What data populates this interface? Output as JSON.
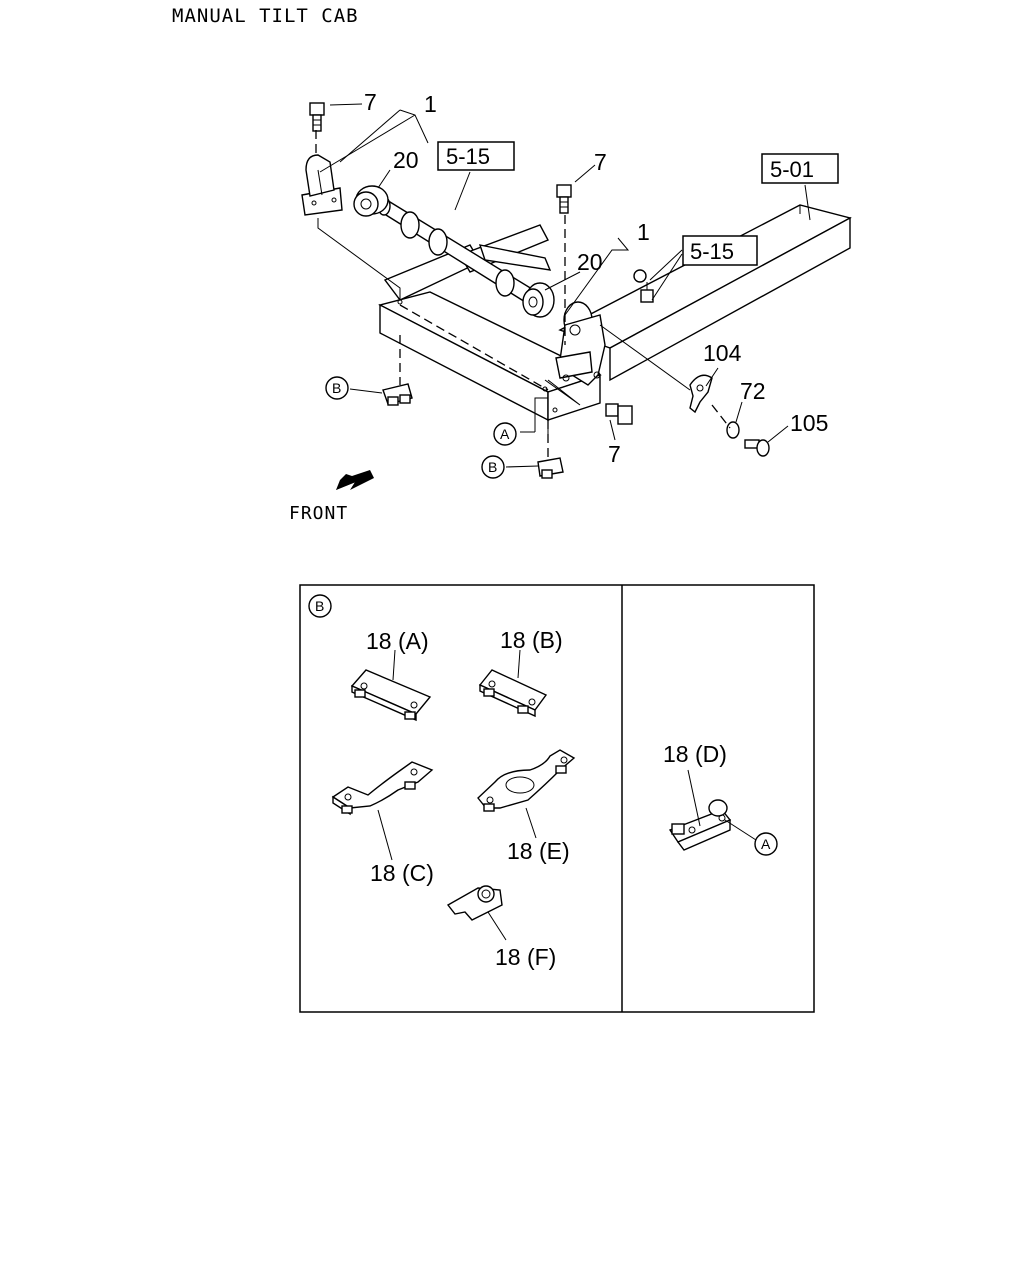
{
  "title": "MANUAL TILT CAB",
  "front_label": "FRONT",
  "callouts": {
    "bolt_top_left": "7",
    "bracket_top": "1",
    "bushing_left": "20",
    "ref_515_top": "5-15",
    "bolt_center": "7",
    "ref_501": "5-01",
    "bracket_center": "1",
    "bushing_center": "20",
    "ref_515_right": "5-15",
    "lever": "104",
    "washer": "72",
    "bolt_right": "105",
    "bolt_lower": "7"
  },
  "circle_markers": {
    "b_left": "B",
    "a_lower": "A",
    "b_lower": "B"
  },
  "detail": {
    "marker": "B",
    "items": {
      "a": "18 (A)",
      "b": "18 (B)",
      "c": "18 (C)",
      "d": "18 (D)",
      "e": "18 (E)",
      "f": "18 (F)"
    },
    "d_marker": "A"
  }
}
